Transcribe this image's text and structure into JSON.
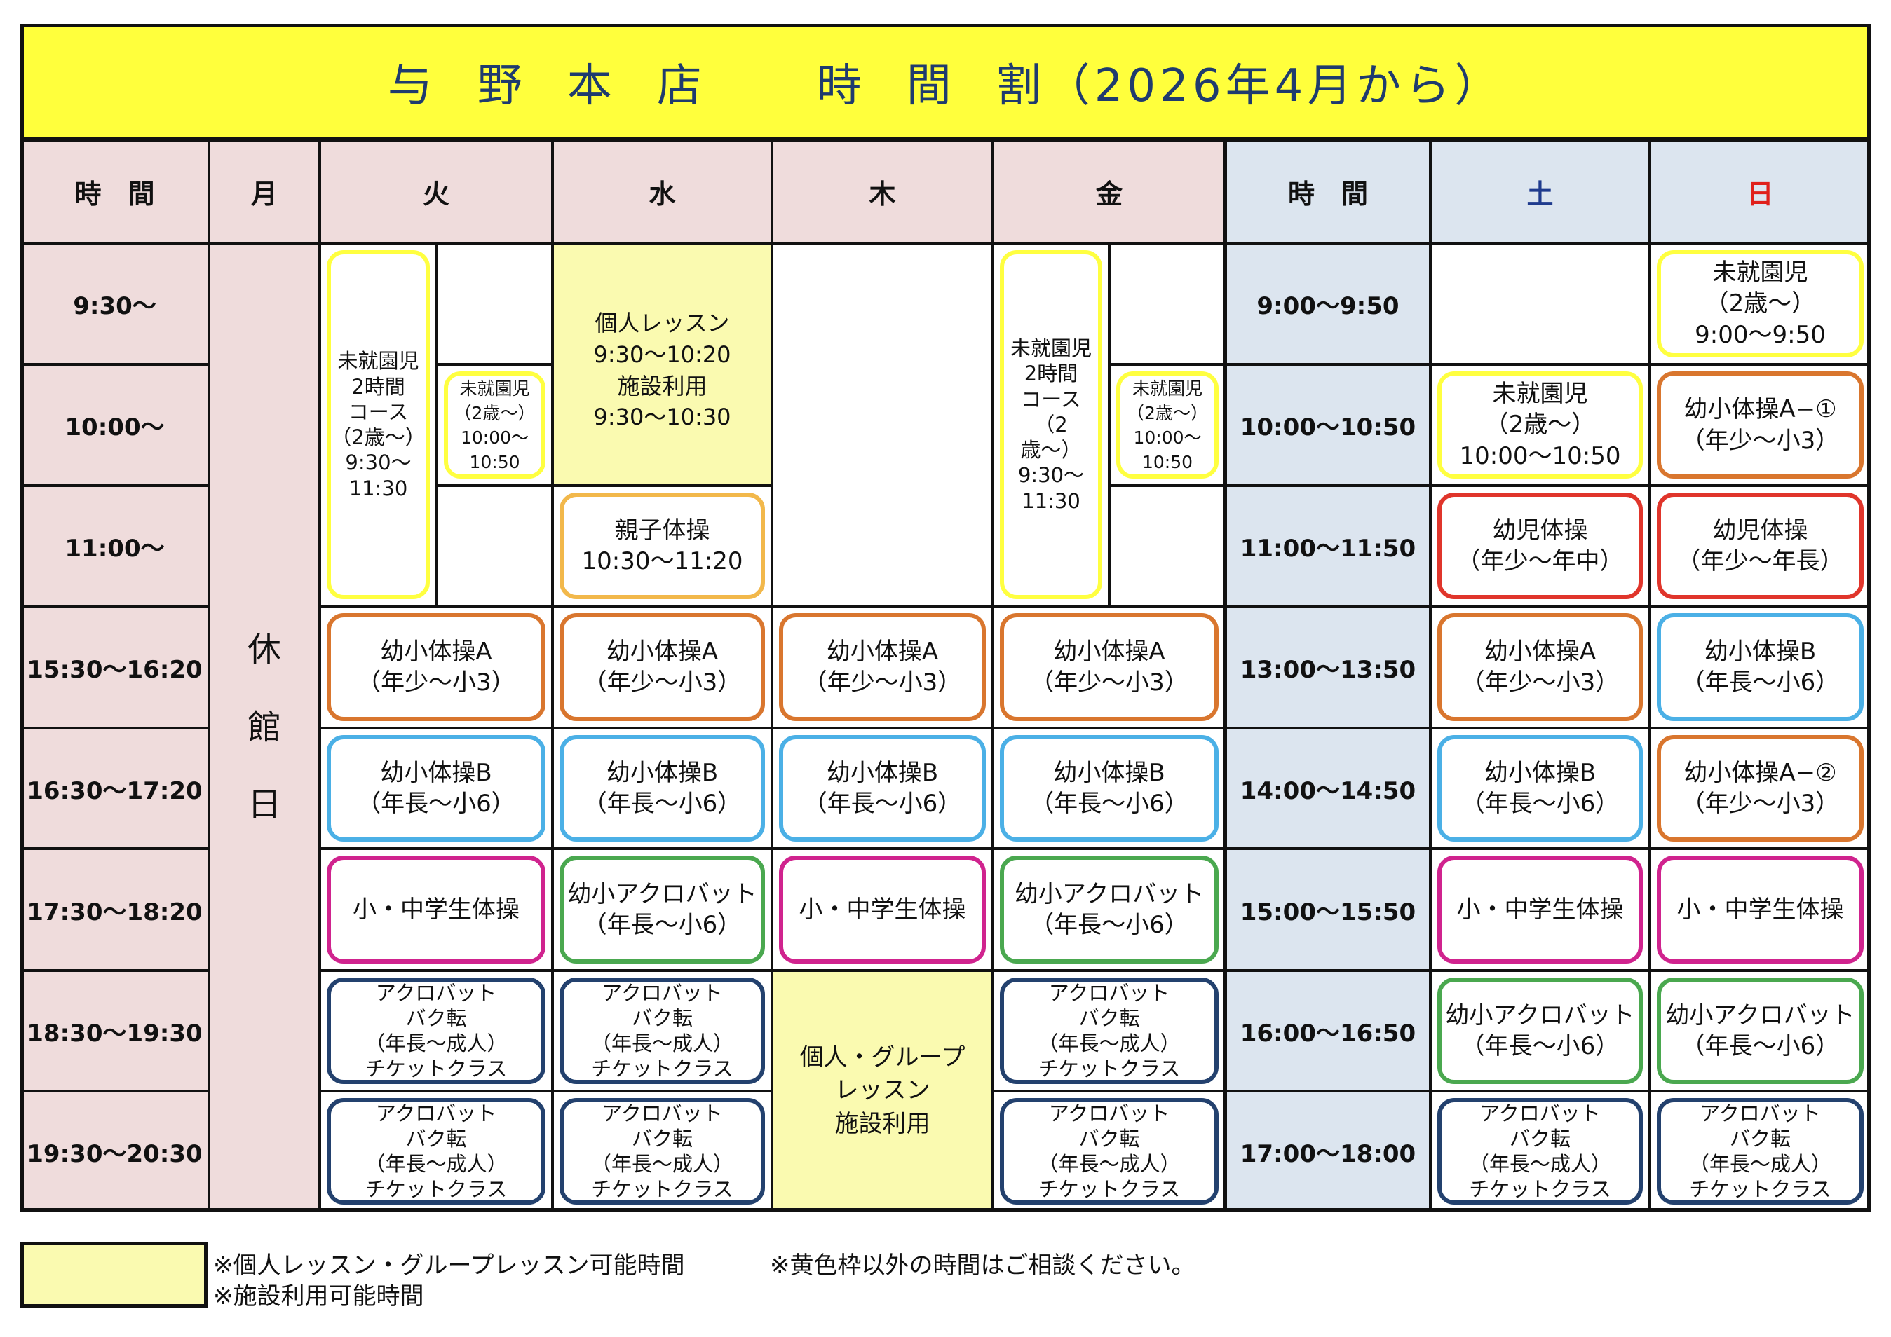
{
  "title": {
    "parts": [
      "与",
      "野",
      "本",
      "店",
      "時",
      "間",
      "割（2026年4月から）"
    ]
  },
  "headers": {
    "time": "時　間",
    "mon": "月",
    "tue": "火",
    "wed": "水",
    "thu": "木",
    "fri": "金",
    "time2": "時　間",
    "sat": "土",
    "sun": "日"
  },
  "colors": {
    "title_bg": "#ffff3c",
    "weekday_header": "#efdcdc",
    "weekend_header": "#dce5ef",
    "sat_text": "#1f3b8e",
    "sun_text": "#e0201b",
    "available": "#fafab0"
  },
  "weekday_times": [
    "9:30〜",
    "10:00〜",
    "11:00〜",
    "15:30〜16:20",
    "16:30〜17:20",
    "17:30〜18:20",
    "18:30〜19:30",
    "19:30〜20:30"
  ],
  "weekend_times": [
    "9:00〜9:50",
    "10:00〜10:50",
    "11:00〜11:50",
    "13:00〜13:50",
    "14:00〜14:50",
    "15:00〜15:50",
    "16:00〜16:50",
    "17:00〜18:00"
  ],
  "closed": "休\n館\n日",
  "classes": {
    "mishu2h": "未就園児\n2時間\nコース\n（2歳〜）\n9:30〜\n11:30",
    "mishu_small": "未就園児\n（2歳〜）\n10:00〜\n10:50",
    "kojin_wed": "個人レッスン\n9:30〜10:20\n施設利用\n9:30〜10:30",
    "oyako": "親子体操\n10:30〜11:20",
    "A": "幼小体操A\n（年少〜小3）",
    "B": "幼小体操B\n（年長〜小6）",
    "shochu": "小・中学生体操",
    "acro_kids": "幼小アクロバット\n（年長〜小6）",
    "acro": "アクロバット\nバク転\n（年長〜成人）\nチケットクラス",
    "kojin_group": "個人・グループ\nレッスン\n施設利用",
    "sun_mishu": "未就園児\n（2歳〜）\n9:00〜9:50",
    "sat_mishu": "未就園児\n（2歳〜）\n10:00〜10:50",
    "A1": "幼小体操A−①\n（年少〜小3）",
    "youji_sat": "幼児体操\n（年少〜年中）",
    "youji_sun": "幼児体操\n（年少〜年長）",
    "A2": "幼小体操A−②\n（年少〜小3）"
  },
  "legend": {
    "line1": "※個人レッスン・グループレッスン可能時間",
    "line2": "※施設利用可能時間",
    "note": "※黄色枠以外の時間はご相談ください。"
  }
}
